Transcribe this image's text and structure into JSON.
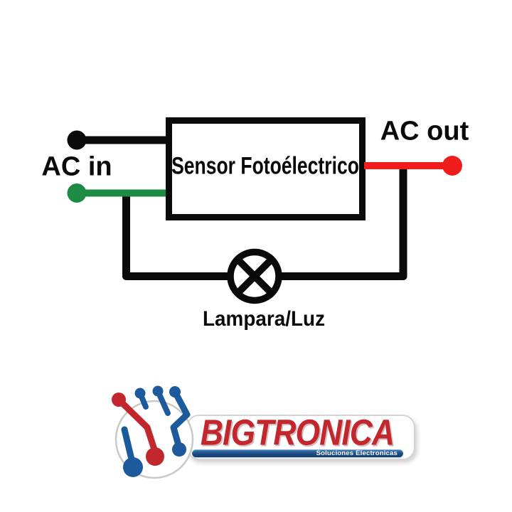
{
  "diagram": {
    "ac_in_label": "AC in",
    "ac_out_label": "AC out",
    "sensor_label": "Sensor Fotoélectrico",
    "lamp_label": "Lampara/Luz",
    "colors": {
      "wire_black": "#0a0a0a",
      "wire_green": "#1e8b45",
      "wire_red": "#f11d1d"
    }
  },
  "logo": {
    "brand": "BIGTRONICA",
    "tagline": "Soluciones Electronicas",
    "colors": {
      "brand_red": "#c2272e",
      "brand_blue": "#1d5a9b",
      "tag_bar_blue": "#1b4e87",
      "circle_gray": "#c9c9c9"
    }
  }
}
